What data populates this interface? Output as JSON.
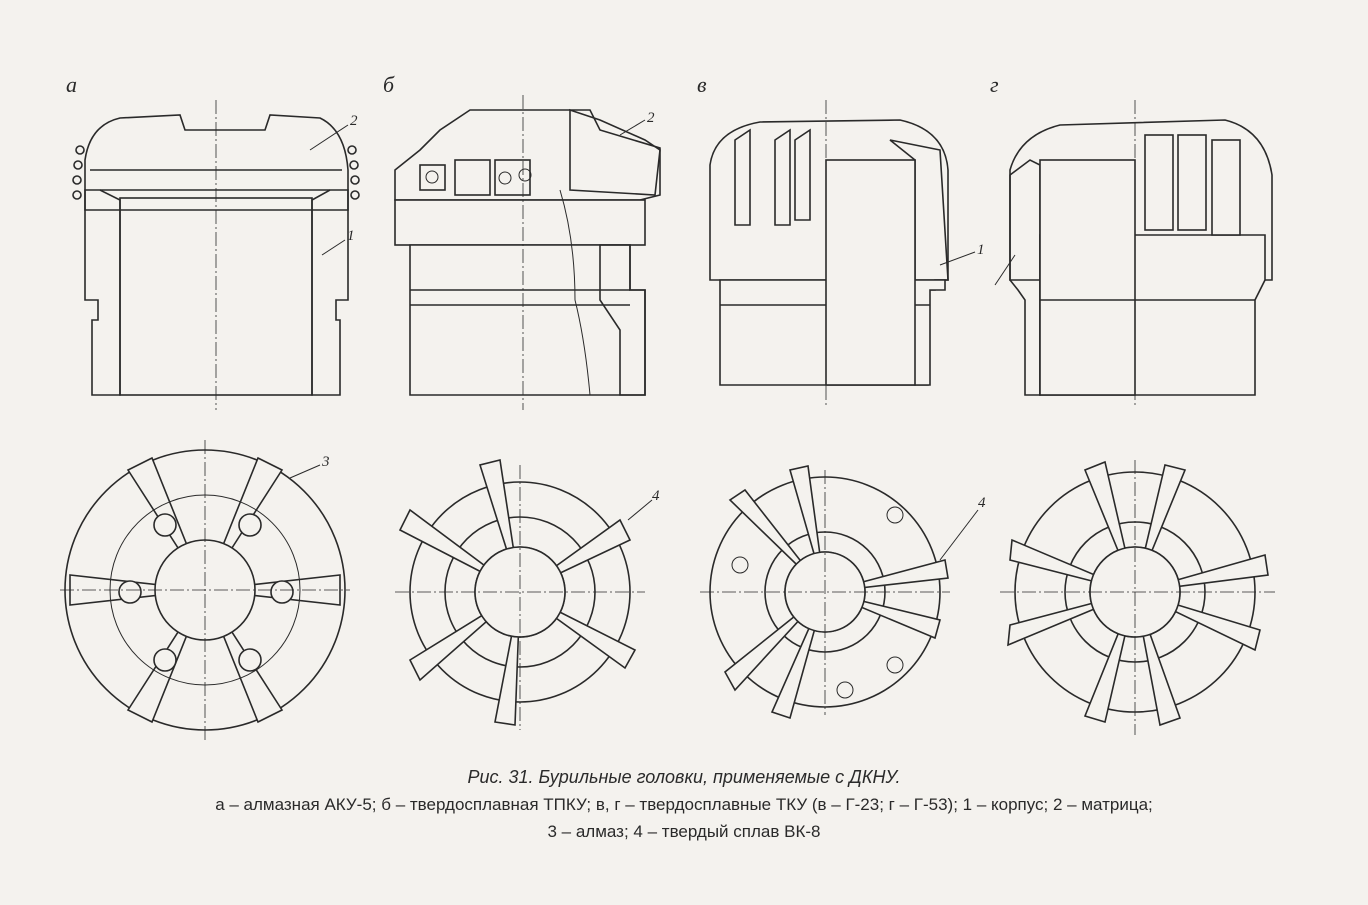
{
  "panels": [
    {
      "id": "a",
      "label": "а",
      "callouts": [
        "2",
        "1",
        "3"
      ]
    },
    {
      "id": "b",
      "label": "б",
      "callouts": [
        "2",
        "4"
      ]
    },
    {
      "id": "v",
      "label": "в",
      "callouts": [
        "1",
        "4"
      ]
    },
    {
      "id": "g",
      "label": "г",
      "callouts": []
    }
  ],
  "caption": {
    "title": "Рис. 31. Бурильные головки, применяемые с ДКНУ.",
    "line2": "а – алмазная АКУ-5; б – твердосплавная ТПКУ; в, г – твердосплавные ТКУ (в – Г-23; г – Г-53);  1 – корпус; 2 – матрица;",
    "line3": "3 – алмаз; 4 – твердый сплав ВК-8"
  },
  "colors": {
    "ink": "#2a2a2a",
    "paper": "#f4f2ee"
  }
}
